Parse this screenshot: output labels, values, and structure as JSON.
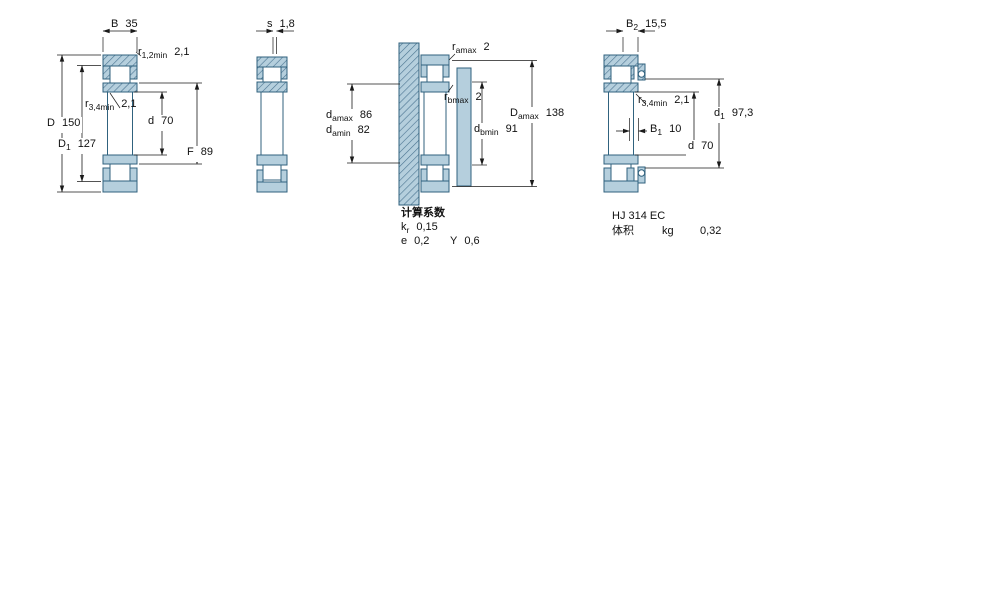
{
  "fig1": {
    "B": {
      "sym": "B",
      "sub": "",
      "val": "35"
    },
    "r12": {
      "sym": "r",
      "sub": "1,2min",
      "val": "2,1"
    },
    "r34": {
      "sym": "r",
      "sub": "3,4min",
      "val": "2,1"
    },
    "D": {
      "sym": "D",
      "sub": "",
      "val": "150"
    },
    "D1": {
      "sym": "D",
      "sub": "1",
      "val": "127"
    },
    "d": {
      "sym": "d",
      "sub": "",
      "val": "70"
    },
    "F": {
      "sym": "F",
      "sub": "",
      "val": "89"
    }
  },
  "fig2": {
    "s": {
      "sym": "s",
      "sub": "",
      "val": "1,8"
    }
  },
  "fig3": {
    "ramax": {
      "sym": "r",
      "sub": "amax",
      "val": "2"
    },
    "rbmax": {
      "sym": "r",
      "sub": "bmax",
      "val": "2"
    },
    "damax": {
      "sym": "d",
      "sub": "amax",
      "val": "86"
    },
    "damin": {
      "sym": "d",
      "sub": "amin",
      "val": "82"
    },
    "Damax": {
      "sym": "D",
      "sub": "amax",
      "val": "138"
    },
    "dbmin": {
      "sym": "d",
      "sub": "bmin",
      "val": "91"
    },
    "calc_title": "计算系数",
    "kr": {
      "sym": "k",
      "sub": "r",
      "val": "0,15"
    },
    "e": {
      "sym": "e",
      "sub": "",
      "val": "0,2"
    },
    "Y": {
      "sym": "Y",
      "sub": "",
      "val": "0,6"
    }
  },
  "fig4": {
    "B2": {
      "sym": "B",
      "sub": "2",
      "val": "15,5"
    },
    "r34": {
      "sym": "r",
      "sub": "3,4min",
      "val": "2,1"
    },
    "B1": {
      "sym": "B",
      "sub": "1",
      "val": "10"
    },
    "d": {
      "sym": "d",
      "sub": "",
      "val": "70"
    },
    "d1": {
      "sym": "d",
      "sub": "1",
      "val": "97,3"
    },
    "designation": "HJ 314 EC",
    "mass_label": "体积",
    "mass_unit": "kg",
    "mass_value": "0,32"
  },
  "colors": {
    "section_fill": "#b5cfdd",
    "hatch": "#4a7390",
    "outline": "#30627e"
  }
}
